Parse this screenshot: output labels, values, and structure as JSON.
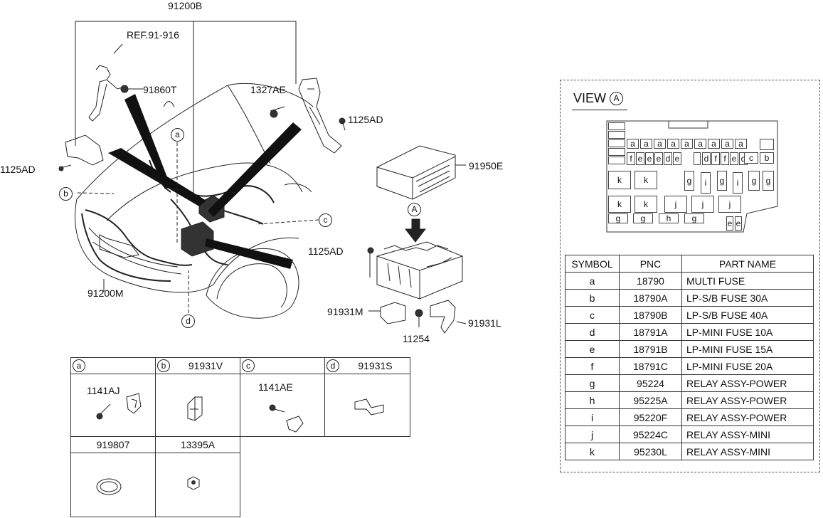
{
  "callouts": {
    "top": "91200B",
    "ref": "REF.91-916",
    "p91860T": "91860T",
    "p1327AE": "1327AE",
    "p1125AD_top": "1125AD",
    "p1125AD_left": "1125AD",
    "p91950E": "91950E",
    "p1125AD_mid": "1125AD",
    "p91931M": "91931M",
    "p11254": "11254",
    "p91931L": "91931L",
    "p91200M": "91200M",
    "viewA": "A",
    "loc_a": "a",
    "loc_b": "b",
    "loc_c": "c",
    "loc_d": "d"
  },
  "detail_cells": [
    {
      "letter": "a",
      "pn": "",
      "callout": "1141AJ"
    },
    {
      "letter": "b",
      "pn": "91931V",
      "callout": ""
    },
    {
      "letter": "c",
      "pn": "",
      "callout": "1141AE"
    },
    {
      "letter": "d",
      "pn": "91931S",
      "callout": ""
    },
    {
      "letter": "",
      "pn": "919807",
      "callout": ""
    },
    {
      "letter": "",
      "pn": "13395A",
      "callout": ""
    }
  ],
  "view": {
    "label": "VIEW",
    "circle": "A",
    "fuse_labels": {
      "a": "a",
      "b": "b",
      "c": "c",
      "d": "d",
      "e": "e",
      "f": "f",
      "g": "g",
      "h": "h",
      "i": "i",
      "j": "j",
      "k": "k"
    }
  },
  "table": {
    "headers": [
      "SYMBOL",
      "PNC",
      "PART NAME"
    ],
    "rows": [
      [
        "a",
        "18790",
        "MULTI FUSE"
      ],
      [
        "b",
        "18790A",
        "LP-S/B FUSE 30A"
      ],
      [
        "c",
        "18790B",
        "LP-S/B FUSE 40A"
      ],
      [
        "d",
        "18791A",
        "LP-MINI FUSE 10A"
      ],
      [
        "e",
        "18791B",
        "LP-MINI FUSE 15A"
      ],
      [
        "f",
        "18791C",
        "LP-MINI FUSE 20A"
      ],
      [
        "g",
        "95224",
        "RELAY ASSY-POWER"
      ],
      [
        "h",
        "95225A",
        "RELAY ASSY-POWER"
      ],
      [
        "i",
        "95220F",
        "RELAY ASSY-POWER"
      ],
      [
        "j",
        "95224C",
        "RELAY ASSY-MINI"
      ],
      [
        "k",
        "95230L",
        "RELAY ASSY-MINI"
      ]
    ]
  }
}
